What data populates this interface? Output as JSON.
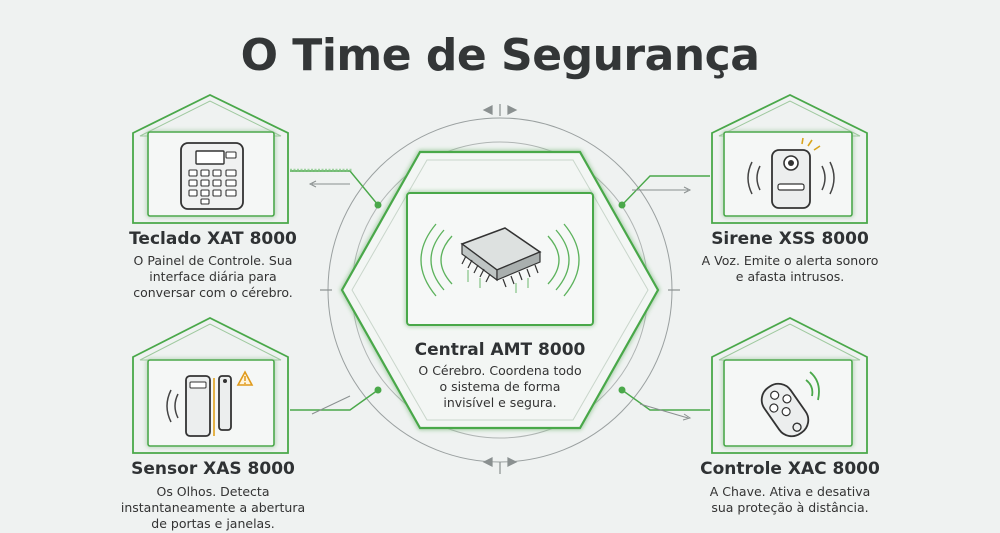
{
  "title": "O Time de Segurança",
  "colors": {
    "accent": "#4aa84a",
    "line": "#8a9090",
    "background": "#eff2f1"
  },
  "central": {
    "name": "Central AMT 8000",
    "desc": [
      "O Cérebro. Coordena todo",
      "o sistema de forma",
      "invisível e segura."
    ],
    "icon": "chip-icon"
  },
  "devices": [
    {
      "id": "teclado",
      "name": "Teclado XAT 8000",
      "desc": [
        "O Painel de Controle. Sua",
        "interface diária para",
        "conversar com o cérebro."
      ],
      "icon": "keypad-icon"
    },
    {
      "id": "sirene",
      "name": "Sirene XSS 8000",
      "desc": [
        "A Voz. Emite o alerta sonoro",
        "e afasta intrusos."
      ],
      "icon": "siren-icon"
    },
    {
      "id": "sensor",
      "name": "Sensor XAS 8000",
      "desc": [
        "Os Olhos. Detecta",
        "instantaneamente a abertura",
        "de portas e janelas."
      ],
      "icon": "door-sensor-icon"
    },
    {
      "id": "controle",
      "name": "Controle XAC 8000",
      "desc": [
        "A Chave. Ativa e desativa",
        "sua proteção à distância."
      ],
      "icon": "remote-control-icon"
    }
  ]
}
